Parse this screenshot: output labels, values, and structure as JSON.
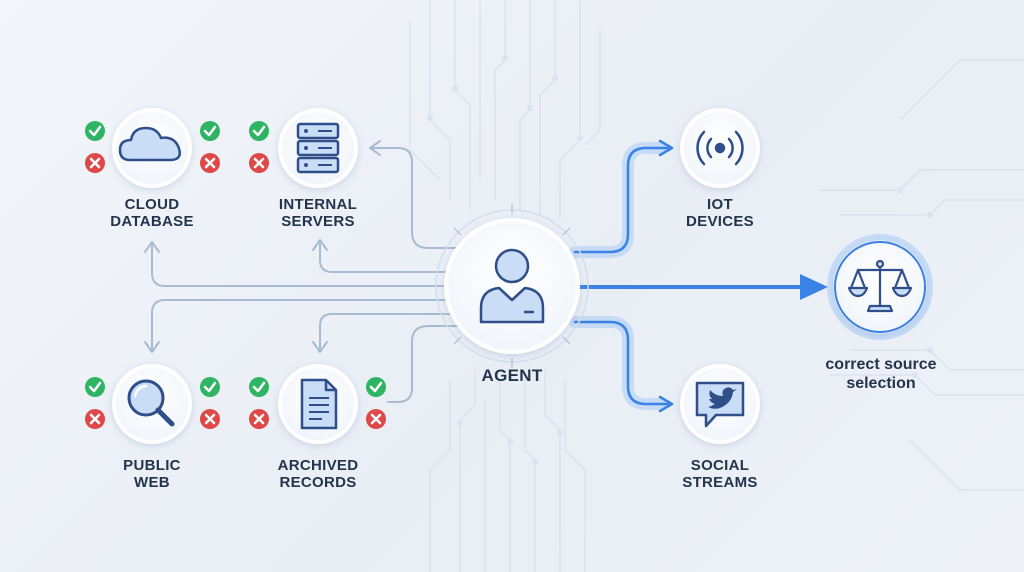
{
  "nodes": {
    "cloud_database": {
      "line1": "CLOUD",
      "line2": "DATABASE",
      "icon": "cloud-icon"
    },
    "internal_servers": {
      "line1": "INTERNAL",
      "line2": "SERVERS",
      "icon": "server-rack-icon"
    },
    "public_web": {
      "line1": "PUBLIC",
      "line2": "WEB",
      "icon": "magnifier-icon"
    },
    "archived_records": {
      "line1": "ARCHIVED",
      "line2": "RECORDS",
      "icon": "document-icon"
    },
    "agent": {
      "label": "AGENT",
      "icon": "person-icon"
    },
    "iot_devices": {
      "line1": "IOT",
      "line2": "DEVICES",
      "icon": "signal-icon"
    },
    "social_streams": {
      "line1": "SOCIAL",
      "line2": "STREAMS",
      "icon": "chat-bird-icon"
    },
    "outcome": {
      "line1": "correct source",
      "line2": "selection",
      "icon": "balance-scale-icon"
    }
  },
  "colors": {
    "accent": "#3b82e6",
    "accent_light": "#bcd6f6",
    "connector": "#a9bbd2",
    "check": "#2fb463",
    "cross": "#df4848",
    "icon_stroke": "#2f4f8a",
    "icon_fill": "#c9ddf7",
    "text": "#24344d"
  }
}
